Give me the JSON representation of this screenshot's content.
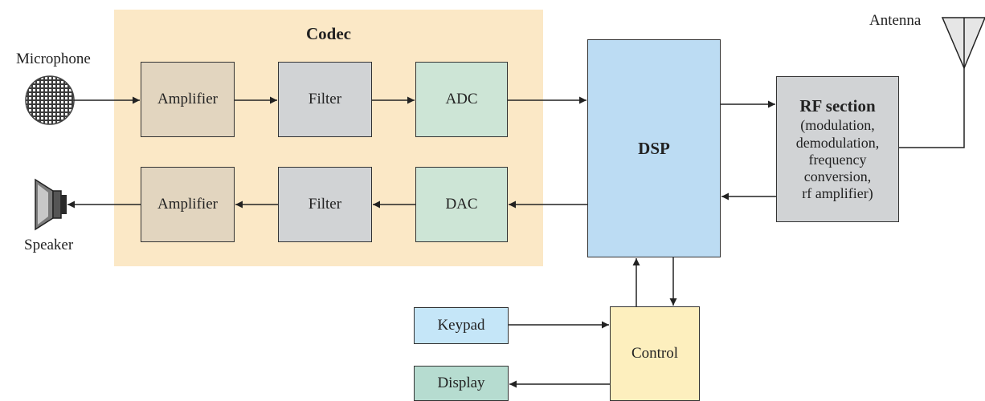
{
  "codec": {
    "title": "Codec"
  },
  "blocks": {
    "amplifier_in": "Amplifier",
    "filter_in": "Filter",
    "adc": "ADC",
    "amplifier_out": "Amplifier",
    "filter_out": "Filter",
    "dac": "DAC",
    "dsp": "DSP",
    "rf_title": "RF section",
    "rf_lines": [
      "(modulation,",
      "demodulation,",
      "frequency",
      "conversion,",
      "rf amplifier)"
    ],
    "control": "Control",
    "keypad": "Keypad",
    "display": "Display"
  },
  "labels": {
    "microphone": "Microphone",
    "speaker": "Speaker",
    "antenna": "Antenna"
  },
  "colors": {
    "codec_background": "#fbe8c6",
    "amplifier": "#e2d5bf",
    "filter": "#d1d3d5",
    "converter": "#cde5d6",
    "dsp": "#bcdcf3",
    "control": "#fdefbe",
    "keypad": "#c5e6f8",
    "display": "#b6dcd0"
  },
  "icons": [
    "microphone-icon",
    "speaker-icon",
    "antenna-icon"
  ]
}
